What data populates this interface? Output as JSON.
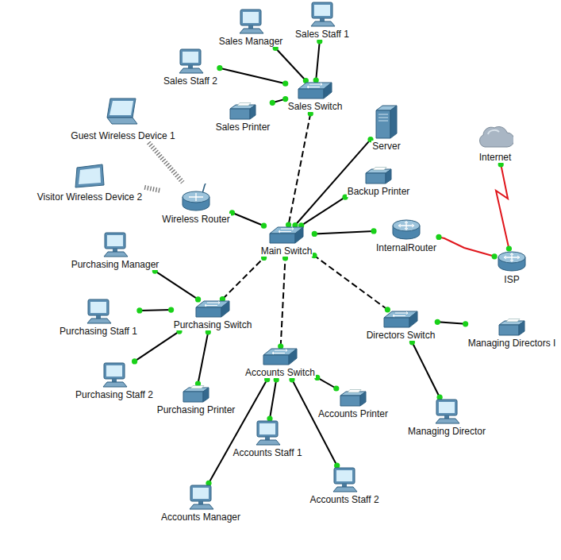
{
  "diagram": {
    "nodes": [
      {
        "text": [
          "Sales Manager"
        ]
      },
      {
        "text": [
          "Sales Staff 1"
        ]
      },
      {
        "text": [
          "Sales Staff 2"
        ]
      },
      {
        "text": [
          "Sales Switch"
        ]
      },
      {
        "text": [
          "Sales Printer"
        ]
      },
      {
        "text": [
          "Server"
        ]
      },
      {
        "text": [
          "Guest Wireless Device 1"
        ]
      },
      {
        "text": [
          "Visitor Wireless Device 2"
        ]
      },
      {
        "text": [
          "Wireless Router"
        ]
      },
      {
        "text": [
          "Backup Printer"
        ]
      },
      {
        "text": [
          "Internet"
        ]
      },
      {
        "text": [
          "Main Switch"
        ]
      },
      {
        "text": [
          "InternalRouter"
        ]
      },
      {
        "text": [
          "ISP"
        ]
      },
      {
        "text": [
          "Purchasing Manager"
        ]
      },
      {
        "text": [
          "Purchasing Staff 1"
        ]
      },
      {
        "text": [
          "Purchasing Switch"
        ]
      },
      {
        "text": [
          "Directors Switch"
        ]
      },
      {
        "text": [
          "Managing Directors I"
        ]
      },
      {
        "text": [
          "Purchasing Staff 2"
        ]
      },
      {
        "text": [
          "Accounts Switch"
        ]
      },
      {
        "text": [
          "Purchasing Printer"
        ]
      },
      {
        "text": [
          "Accounts Printer"
        ]
      },
      {
        "text": [
          "Managing Director"
        ]
      },
      {
        "text": [
          "Accounts Staff 1"
        ]
      },
      {
        "text": [
          "Accounts Staff 2"
        ]
      },
      {
        "text": [
          "Accounts Manager"
        ]
      }
    ],
    "edges": [
      {
        "from": 0,
        "to": 3,
        "arrow": "none"
      },
      {
        "from": 1,
        "to": 3,
        "arrow": "none"
      },
      {
        "from": 2,
        "to": 3,
        "arrow": "none"
      },
      {
        "from": 4,
        "to": 3,
        "arrow": "none"
      },
      {
        "from": 3,
        "to": 11,
        "arrow": "none"
      },
      {
        "from": 5,
        "to": 11,
        "arrow": "none"
      },
      {
        "from": 9,
        "to": 11,
        "arrow": "none"
      },
      {
        "from": 8,
        "to": 11,
        "arrow": "none"
      },
      {
        "from": 6,
        "to": 8,
        "arrow": "none"
      },
      {
        "from": 7,
        "to": 8,
        "arrow": "none"
      },
      {
        "from": 11,
        "to": 12,
        "arrow": "none"
      },
      {
        "from": 12,
        "to": 13,
        "arrow": "none"
      },
      {
        "from": 13,
        "to": 10,
        "arrow": "none"
      },
      {
        "from": 16,
        "to": 11,
        "arrow": "none"
      },
      {
        "from": 20,
        "to": 11,
        "arrow": "none"
      },
      {
        "from": 17,
        "to": 11,
        "arrow": "none"
      },
      {
        "from": 14,
        "to": 16,
        "arrow": "none"
      },
      {
        "from": 15,
        "to": 16,
        "arrow": "none"
      },
      {
        "from": 19,
        "to": 16,
        "arrow": "none"
      },
      {
        "from": 21,
        "to": 16,
        "arrow": "none"
      },
      {
        "from": 24,
        "to": 20,
        "arrow": "none"
      },
      {
        "from": 22,
        "to": 20,
        "arrow": "none"
      },
      {
        "from": 25,
        "to": 20,
        "arrow": "none"
      },
      {
        "from": 26,
        "to": 20,
        "arrow": "none"
      },
      {
        "from": 18,
        "to": 17,
        "arrow": "none"
      },
      {
        "from": 23,
        "to": 17,
        "arrow": "none"
      }
    ]
  }
}
